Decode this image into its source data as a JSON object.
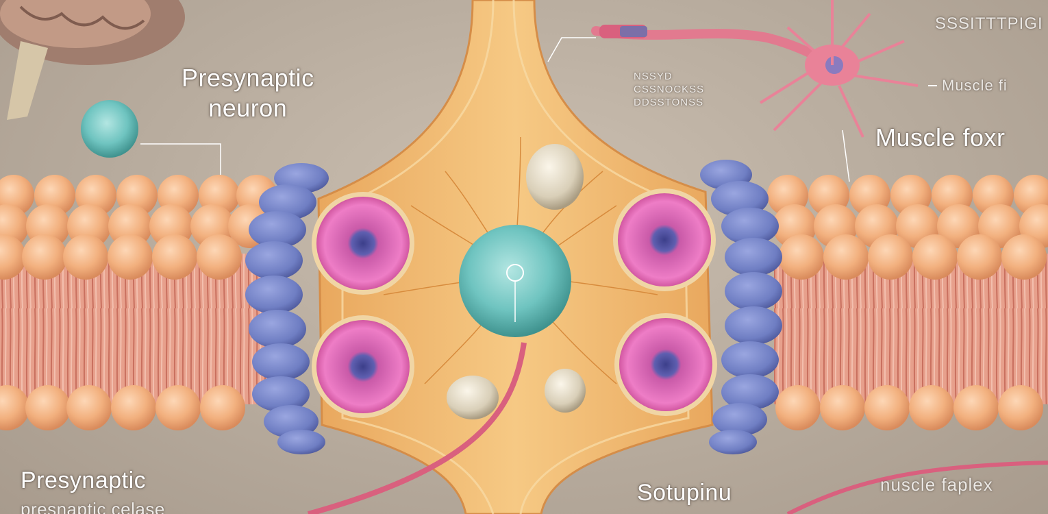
{
  "labels": {
    "top_center": "",
    "presynaptic_neuron_line1": "Presynaptic",
    "presynaptic_neuron_line2": "neuron",
    "faint_center_line1": "NSSYD",
    "faint_center_line2": "CSSNOCKSS",
    "faint_center_line3": "DDSSTONSS",
    "top_right": "SSSITTTPIGI",
    "muscle_small": "Muscle fi",
    "muscle_fiber": "Muscle foxr",
    "bottom_left_line1": "Presynaptic",
    "bottom_left_line2": "presnaptic celase",
    "bottom_center": "Sotupinu",
    "bottom_right": "nuscle faplex"
  },
  "colors": {
    "background": "#b9ada0",
    "membrane_head": "#f2b07e",
    "membrane_tail": "#e79a86",
    "channel_blue": "#6f7ec3",
    "receptor_pink": "#e463b4",
    "terminal": "#efb66e",
    "vesicle_teal": "#6fc4c0",
    "axon_pink": "#d9607e"
  }
}
